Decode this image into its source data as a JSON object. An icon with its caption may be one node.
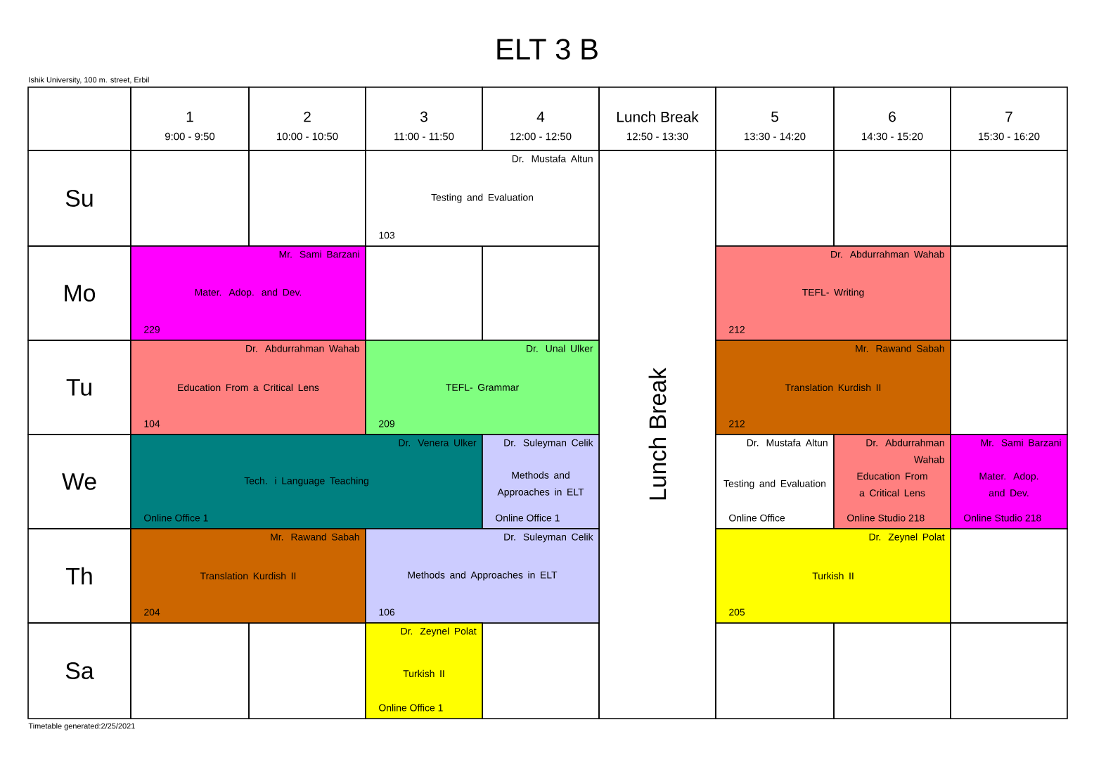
{
  "diagram": {
    "title": "ELT 3 B",
    "nodes": [
      {
        "text": [
          "Dr. Mustafa Altun",
          "Testing and Evaluation",
          "103"
        ]
      },
      {
        "text": [
          "Mr. Sami Barzani",
          "Mater. Adop. and Dev.",
          "229"
        ]
      },
      {
        "text": [
          "Dr. Abdurrahman Wahab",
          "TEFL- Writing",
          "212"
        ]
      },
      {
        "text": [
          "Dr. Abdurrahman Wahab",
          "Education From a Critical Lens",
          "104"
        ]
      },
      {
        "text": [
          "Dr. Unal Ulker",
          "TEFL- Grammar",
          "209"
        ]
      },
      {
        "text": [
          "Mr. Rawand Sabah",
          "Translation Kurdish II",
          "212"
        ]
      },
      {
        "text": [
          "Dr. Venera Ulker",
          "Tech. i Language Teaching",
          "Online Office 1"
        ]
      },
      {
        "text": [
          "Dr. Suleyman Celik",
          "Methods and Approaches in ELT",
          "Online Office 1"
        ]
      },
      {
        "text": [
          "Dr. Mustafa Altun",
          "Testing and Evaluation",
          "Online Office"
        ]
      },
      {
        "text": [
          "Dr. Abdurrahman Wahab",
          "Education From a Critical Lens",
          "Online Studio 218"
        ]
      },
      {
        "text": [
          "Mr. Sami Barzani",
          "Mater. Adop. and Dev.",
          "Online Studio 218"
        ]
      },
      {
        "text": [
          "Mr. Rawand Sabah",
          "Translation Kurdish II",
          "204"
        ]
      },
      {
        "text": [
          "Dr. Suleyman Celik",
          "Methods and Approaches in ELT",
          "106"
        ]
      },
      {
        "text": [
          "Dr. Zeynel Polat",
          "Turkish II",
          "205"
        ]
      },
      {
        "text": [
          "Dr. Zeynel Polat",
          "Turkish II",
          "Online Office 1"
        ]
      }
    ],
    "labels": [
      "Ishik University, 100 m. street, Erbil",
      "1",
      "9:00 - 9:50",
      "2",
      "10:00 - 10:50",
      "3",
      "11:00 - 11:50",
      "4",
      "12:00 - 12:50",
      "Lunch Break",
      "12:50 - 13:30",
      "5",
      "13:30 - 14:20",
      "6",
      "14:30 - 15:20",
      "7",
      "15:30 - 16:20",
      "Su",
      "Mo",
      "Tu",
      "We",
      "Th",
      "Sa",
      "Lunch Break",
      "Timetable generated:2/25/2021"
    ]
  }
}
